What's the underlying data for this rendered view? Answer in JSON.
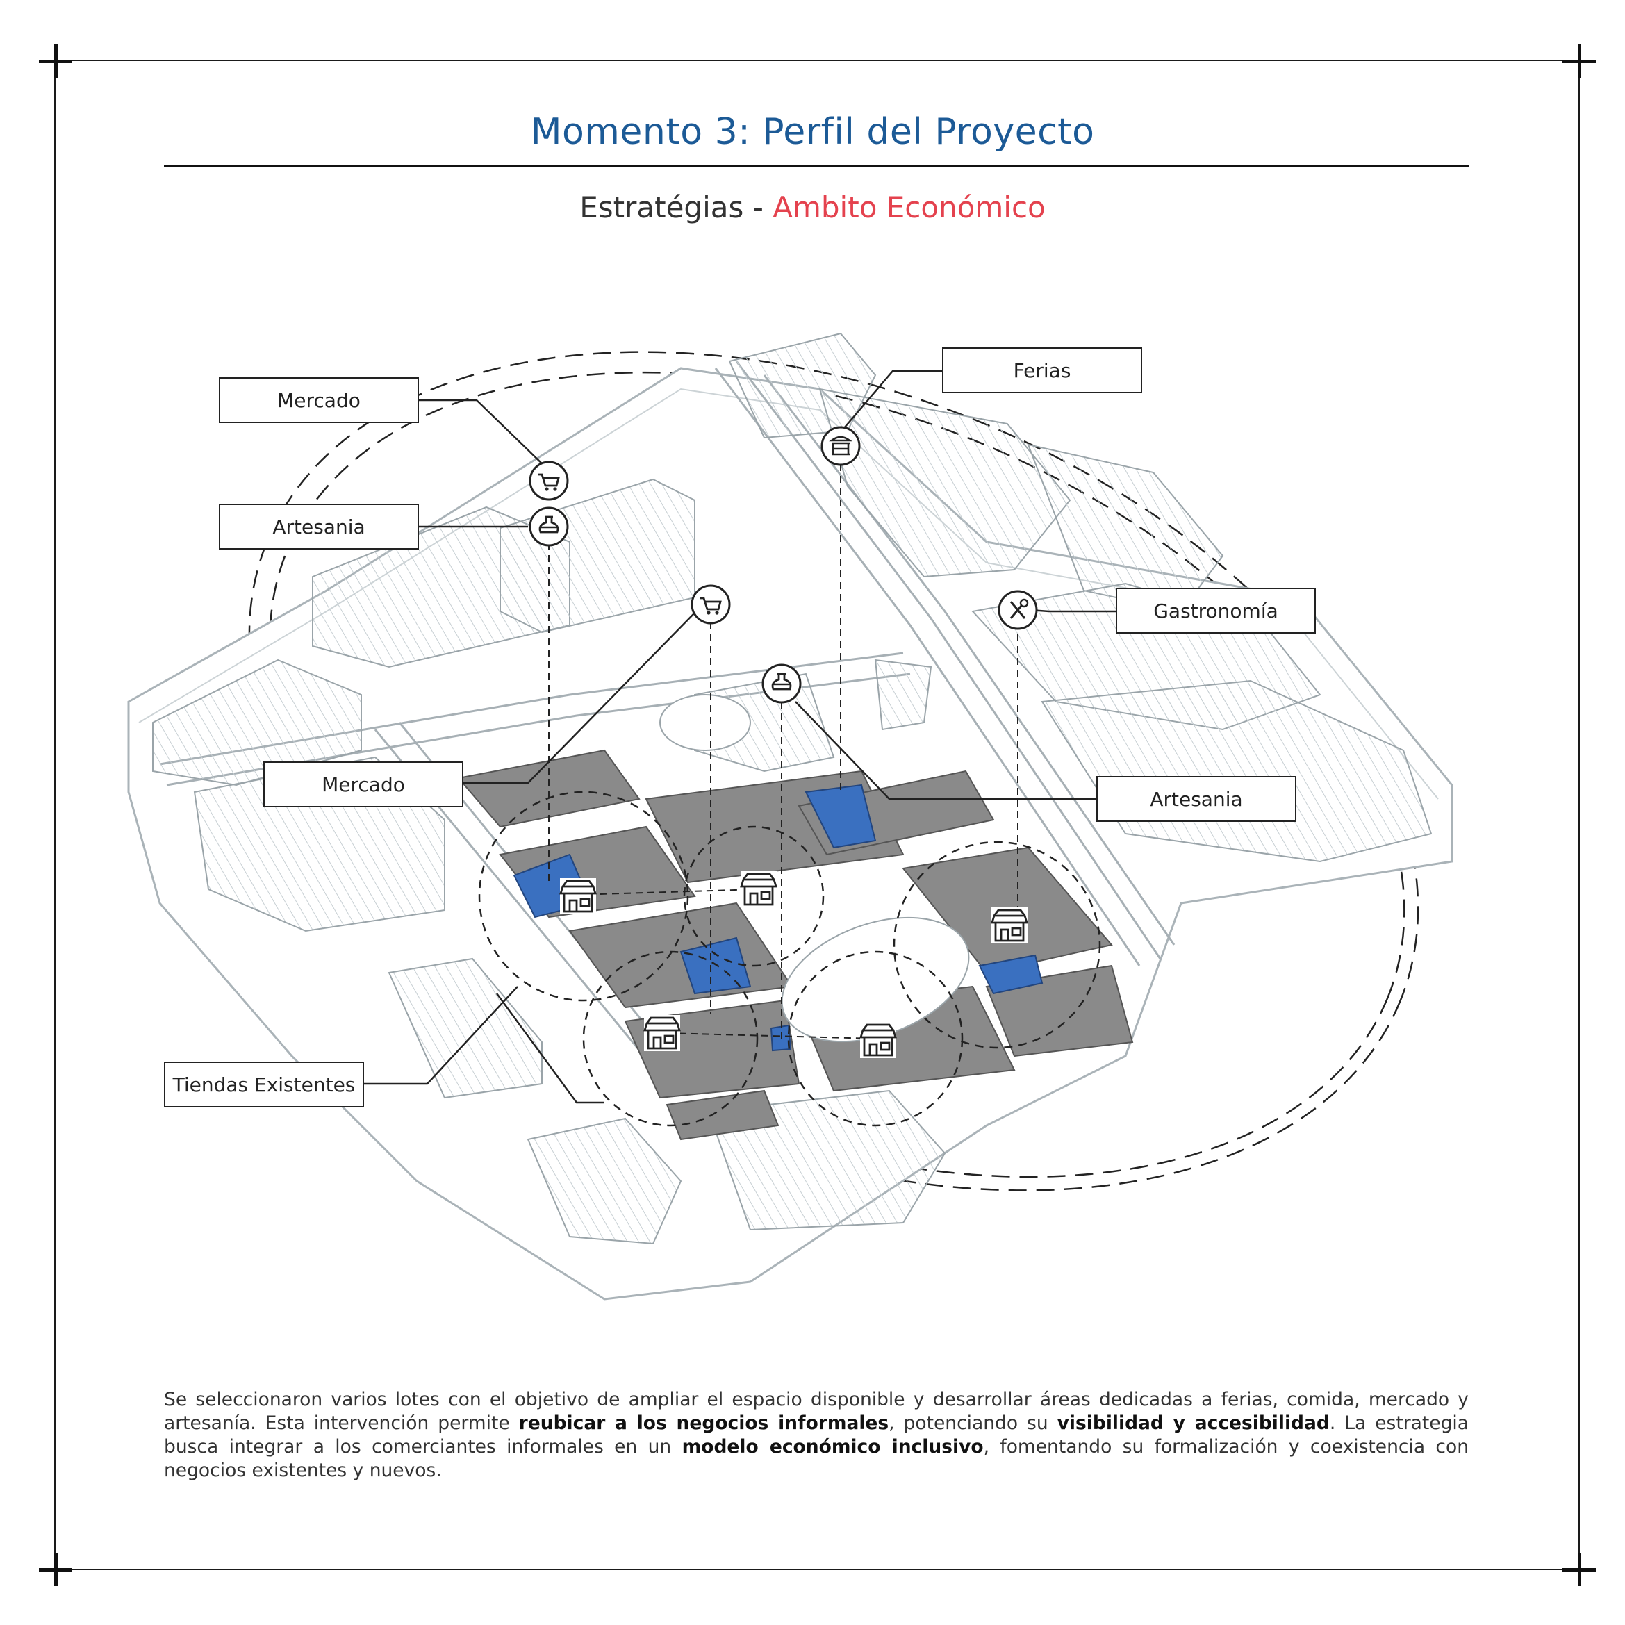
{
  "header": {
    "title": "Momento 3: Perfil del Proyecto",
    "subtitle_prefix": "Estratégias - ",
    "subtitle_accent": "Ambito Económico"
  },
  "callouts": {
    "mercado_top": "Mercado",
    "artesania_left": "Artesania",
    "ferias": "Ferias",
    "gastronomia": "Gastronomía",
    "mercado_mid": "Mercado",
    "artesania_right": "Artesania",
    "tiendas": "Tiendas Existentes"
  },
  "icons": {
    "cart": "shopping-cart-icon",
    "pottery": "pottery-icon",
    "stall": "market-stall-icon",
    "food": "utensils-icon",
    "store": "storefront-icon"
  },
  "description": {
    "t1": "Se seleccionaron varios lotes con el objetivo de ampliar el espacio disponible y desarrollar áreas dedicadas a ferias, comida, mercado y artesanía. Esta intervención permite ",
    "b1": "reubicar a los negocios informales",
    "t2": ", potenciando su ",
    "b2": "visibilidad y accesibilidad",
    "t3": ". La estrategia busca integrar a los comerciantes informales en un ",
    "b3": "modelo económico inclusivo",
    "t4": ", fomentando su formalización y coexistencia con negocios existentes y nuevos."
  },
  "colors": {
    "title": "#1c5a96",
    "accent": "#e4424e",
    "lot_blue": "#3a70c0",
    "building_grey": "#8a8a8a"
  }
}
